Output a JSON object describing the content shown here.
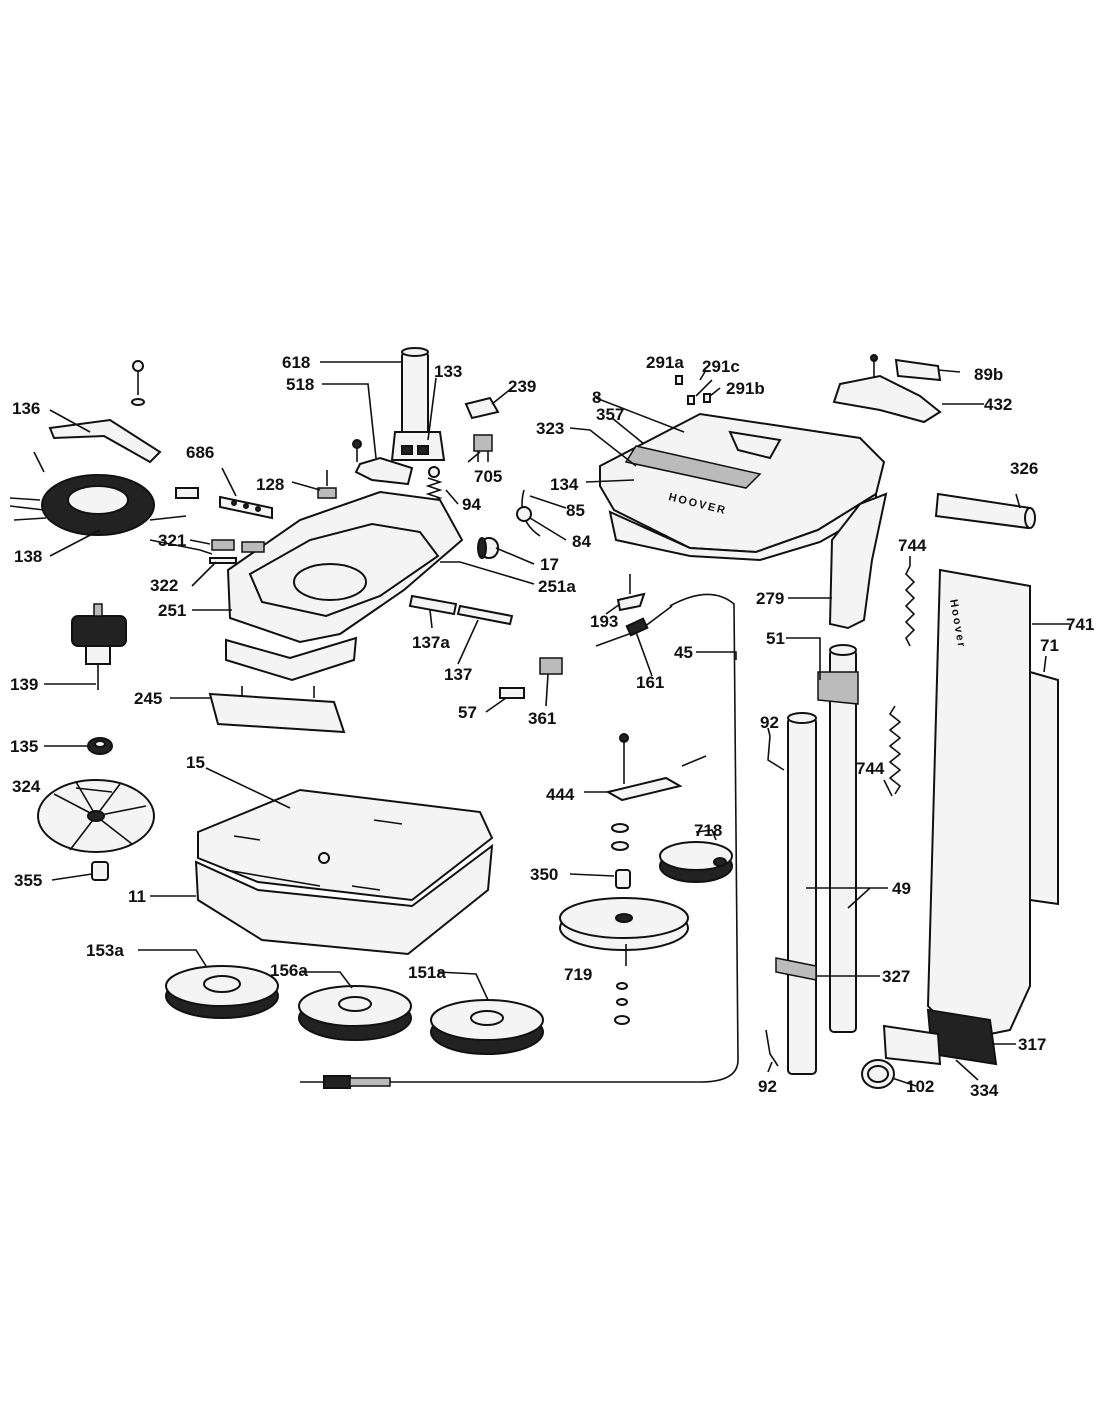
{
  "brand": "HOOVER",
  "labels": {
    "p618": "618",
    "p133": "133",
    "p518": "518",
    "p239": "239",
    "p291a": "291a",
    "p291c": "291c",
    "p291b": "291b",
    "p8": "8",
    "p89b": "89b",
    "p432": "432",
    "p136": "136",
    "p686": "686",
    "p128": "128",
    "p705": "705",
    "p323": "323",
    "p357": "357",
    "p134": "134",
    "p94": "94",
    "p85": "85",
    "p84": "84",
    "p326": "326",
    "p138": "138",
    "p321": "321",
    "p322": "322",
    "p17": "17",
    "p251a": "251a",
    "p251": "251",
    "p744a": "744",
    "p741": "741",
    "p71": "71",
    "p193": "193",
    "p279": "279",
    "p137a": "137a",
    "p137": "137",
    "p161": "161",
    "p45": "45",
    "p51": "51",
    "p139": "139",
    "p57": "57",
    "p361": "361",
    "p245": "245",
    "p92a": "92",
    "p135": "135",
    "p15": "15",
    "p744b": "744",
    "p324": "324",
    "p444": "444",
    "p718": "718",
    "p355": "355",
    "p350": "350",
    "p11": "11",
    "p49": "49",
    "p153a": "153a",
    "p156a": "156a",
    "p151a": "151a",
    "p719": "719",
    "p327": "327",
    "p317": "317",
    "p102": "102",
    "p334": "334",
    "p92b": "92"
  }
}
